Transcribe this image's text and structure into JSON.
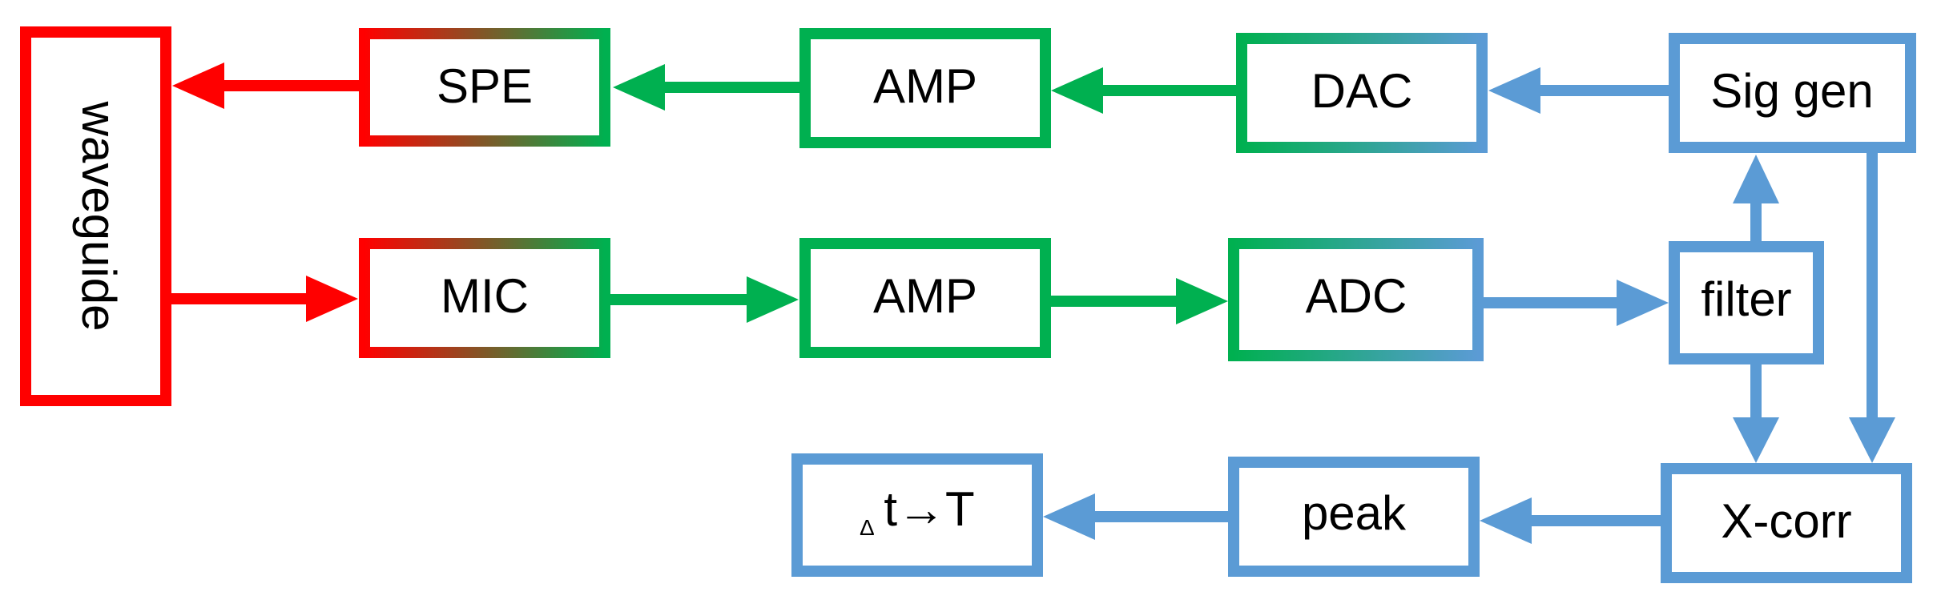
{
  "colors": {
    "red": "#ff0000",
    "green": "#00b050",
    "blue": "#5b9bd5",
    "text": "#000000",
    "background": "#ffffff"
  },
  "blocks": {
    "waveguide": "waveguide",
    "spe": "SPE",
    "mic": "MIC",
    "amp_tx": "AMP",
    "amp_rx": "AMP",
    "dac": "DAC",
    "adc": "ADC",
    "sig_gen": "Sig gen",
    "filter": "filter",
    "xcorr": "X-corr",
    "peak": "peak",
    "result_delta": "Δ",
    "result_main": "t→T"
  }
}
